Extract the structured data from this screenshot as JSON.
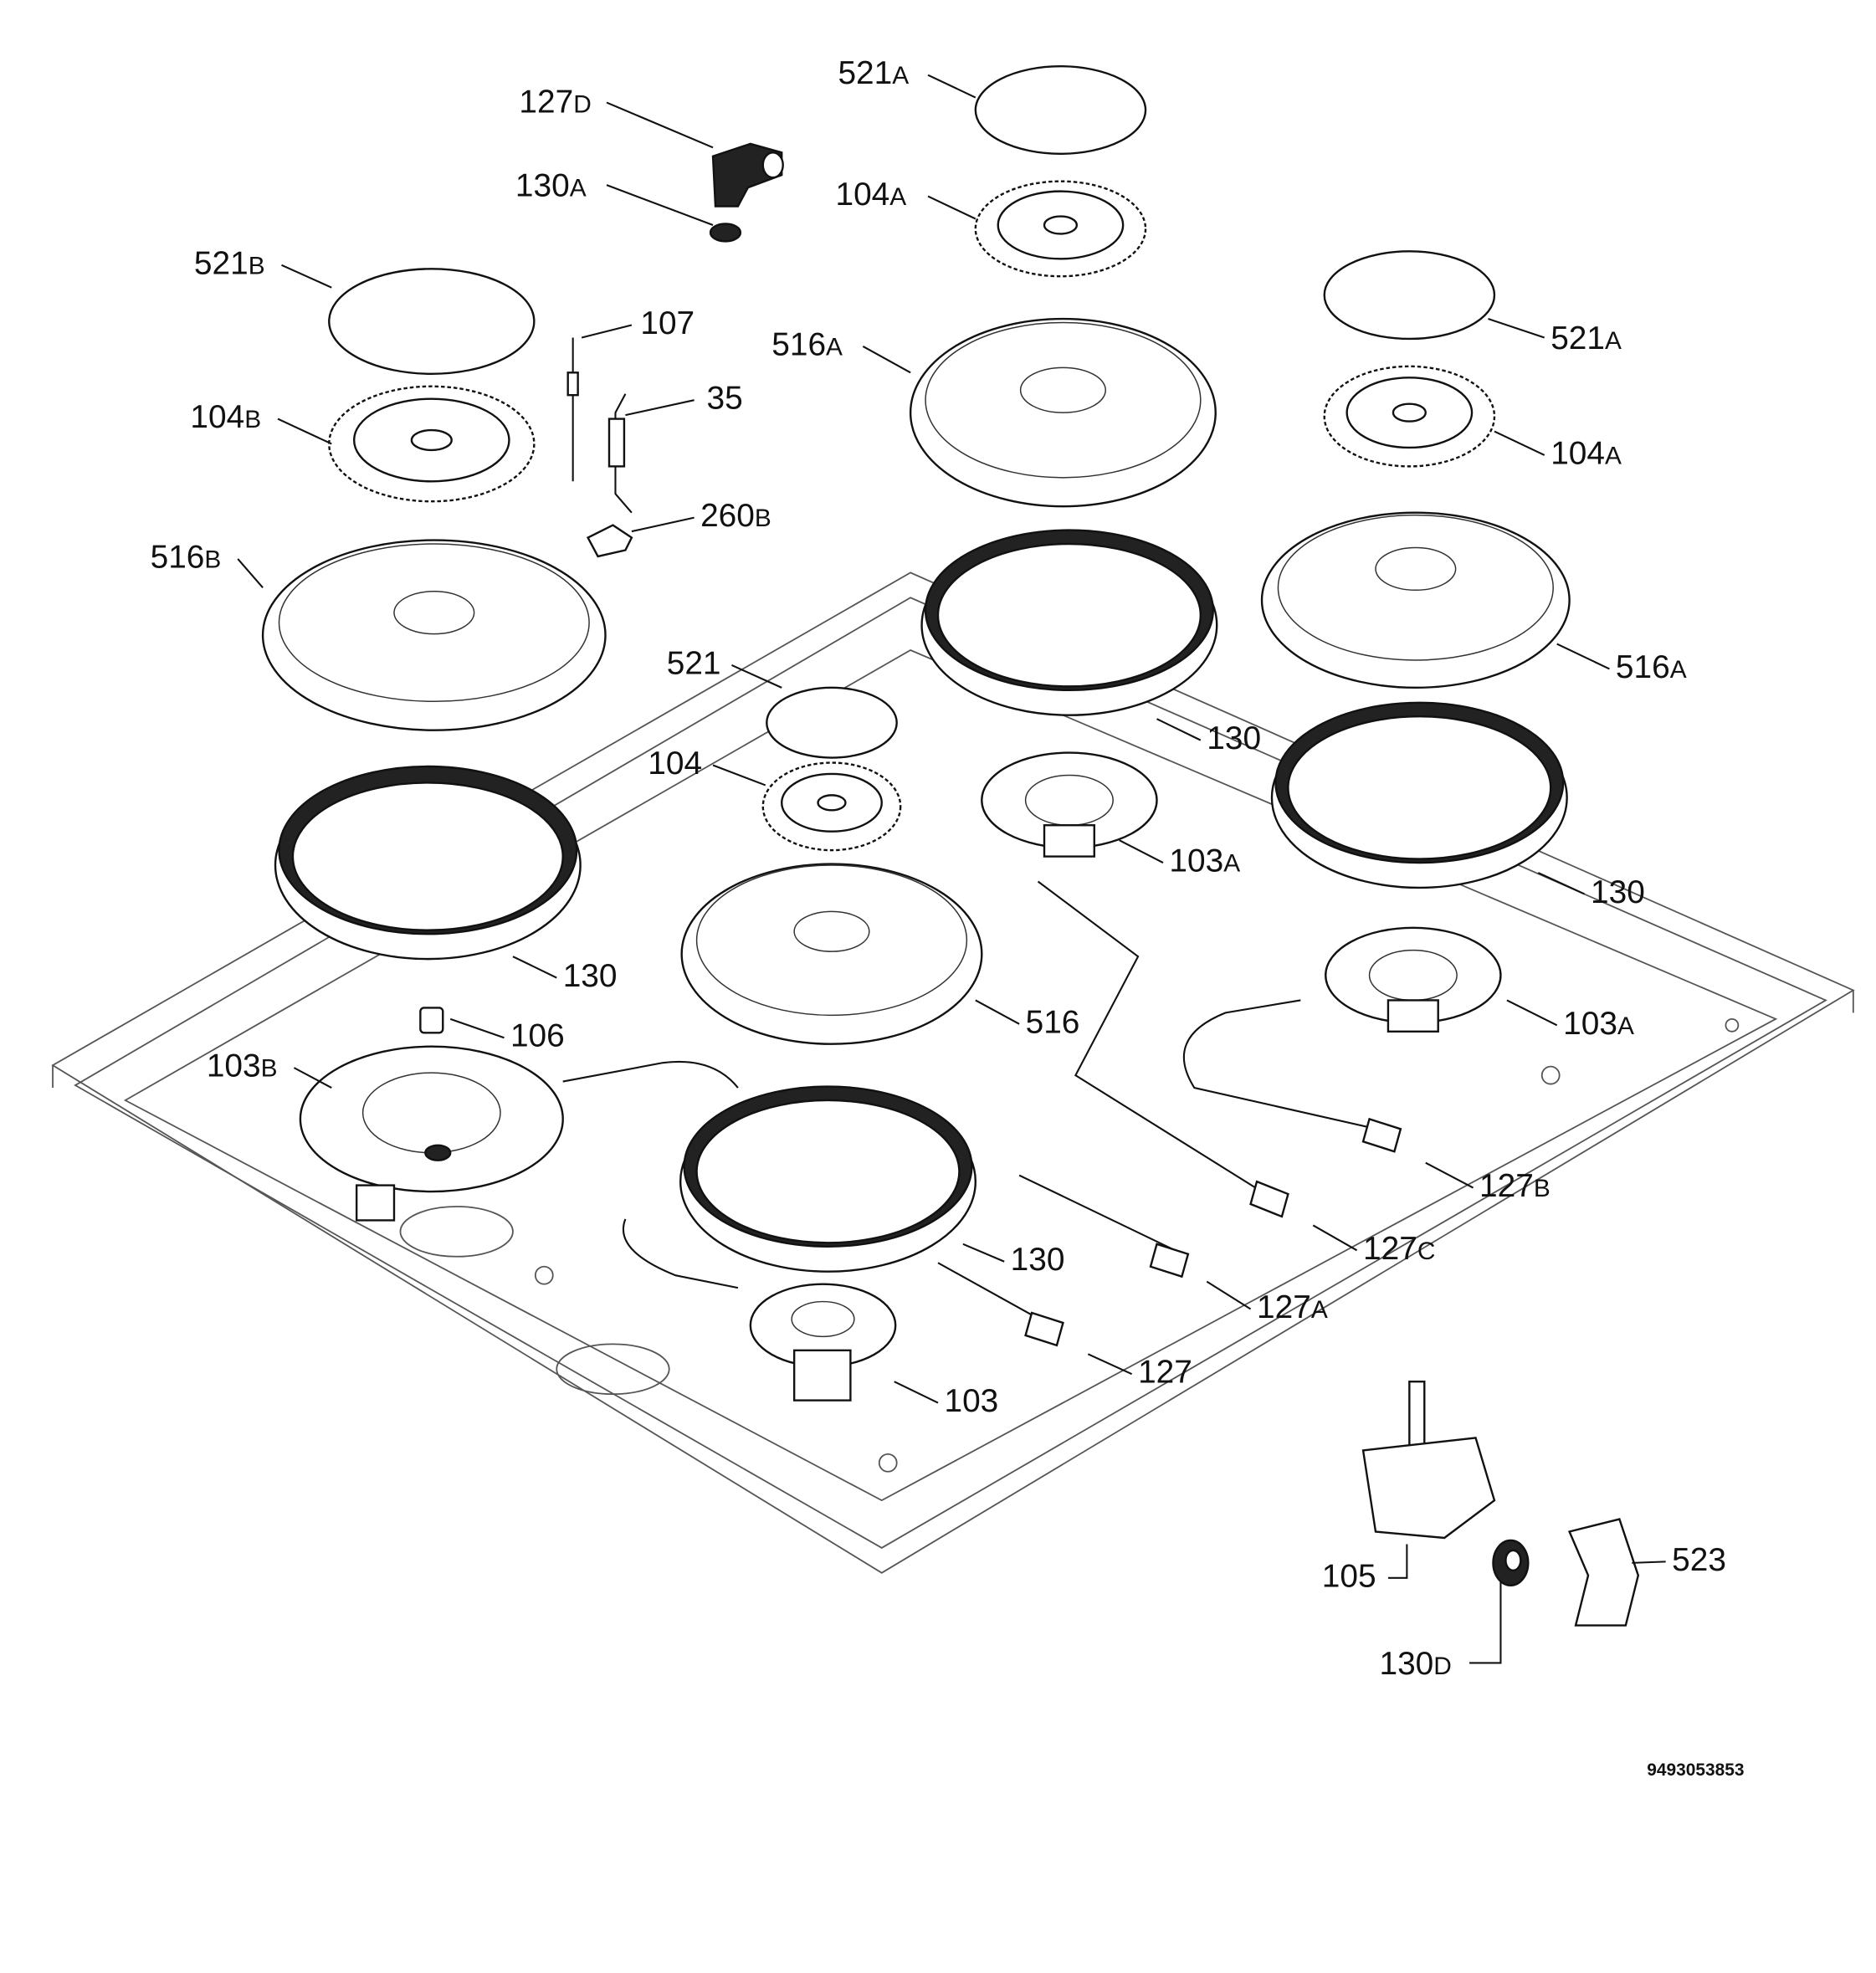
{
  "diagram": {
    "title": "Hob gas burner parts exploded view",
    "drawing_code": "9493053853",
    "labels": [
      {
        "num": "127",
        "suffix": "D"
      },
      {
        "num": "130",
        "suffix": "A"
      },
      {
        "num": "521",
        "suffix": "A"
      },
      {
        "num": "104",
        "suffix": "A"
      },
      {
        "num": "521",
        "suffix": "B"
      },
      {
        "num": "107",
        "suffix": ""
      },
      {
        "num": "35",
        "suffix": ""
      },
      {
        "num": "104",
        "suffix": "B"
      },
      {
        "num": "260",
        "suffix": "B"
      },
      {
        "num": "516",
        "suffix": "A"
      },
      {
        "num": "521",
        "suffix": "A"
      },
      {
        "num": "104",
        "suffix": "A"
      },
      {
        "num": "516",
        "suffix": "B"
      },
      {
        "num": "516",
        "suffix": "A"
      },
      {
        "num": "521",
        "suffix": ""
      },
      {
        "num": "130",
        "suffix": ""
      },
      {
        "num": "104",
        "suffix": ""
      },
      {
        "num": "103",
        "suffix": "A"
      },
      {
        "num": "130",
        "suffix": ""
      },
      {
        "num": "130",
        "suffix": ""
      },
      {
        "num": "516",
        "suffix": ""
      },
      {
        "num": "106",
        "suffix": ""
      },
      {
        "num": "103",
        "suffix": "A"
      },
      {
        "num": "103",
        "suffix": "B"
      },
      {
        "num": "127",
        "suffix": "B"
      },
      {
        "num": "127",
        "suffix": "C"
      },
      {
        "num": "130",
        "suffix": ""
      },
      {
        "num": "127",
        "suffix": "A"
      },
      {
        "num": "127",
        "suffix": ""
      },
      {
        "num": "103",
        "suffix": ""
      },
      {
        "num": "105",
        "suffix": ""
      },
      {
        "num": "523",
        "suffix": ""
      },
      {
        "num": "130",
        "suffix": "D"
      }
    ]
  }
}
